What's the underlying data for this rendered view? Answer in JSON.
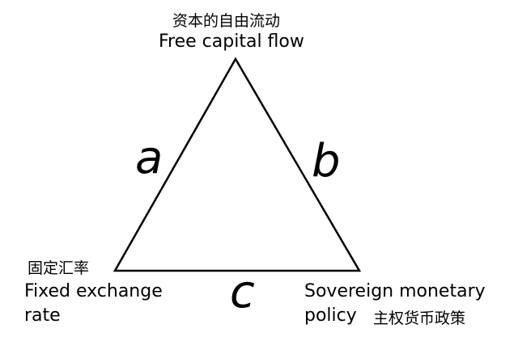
{
  "vertices": {
    "top": {
      "label_zh": "资本的自由流动",
      "label_en": "Free capital flow"
    },
    "bottom_left": {
      "label_zh": "固定汇率",
      "label_en_line1": "Fixed exchange",
      "label_en_line2": "rate"
    },
    "bottom_right": {
      "label_en_line1": "Sovereign monetary",
      "label_en_line2": "policy",
      "label_zh": "主权货币政策"
    }
  },
  "sides": {
    "left": "a",
    "right": "b",
    "bottom": "c"
  },
  "colors": {
    "stroke": "#000000",
    "background": "#ffffff"
  }
}
